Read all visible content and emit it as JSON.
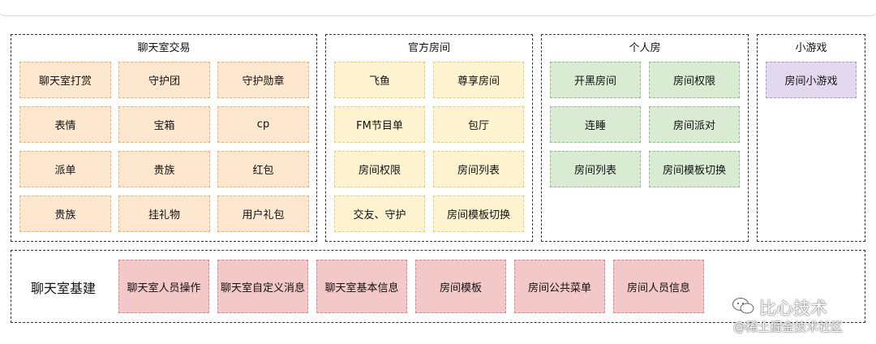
{
  "groups": {
    "chatroom_trade": {
      "title": "聊天室交易",
      "items": [
        "聊天室打赏",
        "守护团",
        "守护勋章",
        "表情",
        "宝箱",
        "cp",
        "派单",
        "贵族",
        "红包",
        "贵族",
        "挂礼物",
        "用户礼包"
      ]
    },
    "official_room": {
      "title": "官方房间",
      "items": [
        "飞鱼",
        "尊享房间",
        "FM节目单",
        "包厅",
        "房间权限",
        "房间列表",
        "交友、守护",
        "房间模板切换"
      ]
    },
    "personal_room": {
      "title": "个人房",
      "items": [
        "开黑房间",
        "房间权限",
        "连睡",
        "房间派对",
        "房间列表",
        "房间模板切换"
      ]
    },
    "mini_game": {
      "title": "小游戏",
      "items": [
        "房间小游戏"
      ]
    }
  },
  "base": {
    "label": "聊天室基建",
    "items": [
      "聊天室人员操作",
      "聊天室自定义消息",
      "聊天室基本信息",
      "房间模板",
      "房间公共菜单",
      "房间人员信息"
    ]
  },
  "colors": {
    "orange": "#fde8cf",
    "yellow": "#fff4cf",
    "green": "#d9ecd3",
    "purple": "#e3d9ef",
    "red": "#f3c8c8"
  },
  "watermark": {
    "brand": "比心技术",
    "community": "@稀土掘金技术社区"
  }
}
